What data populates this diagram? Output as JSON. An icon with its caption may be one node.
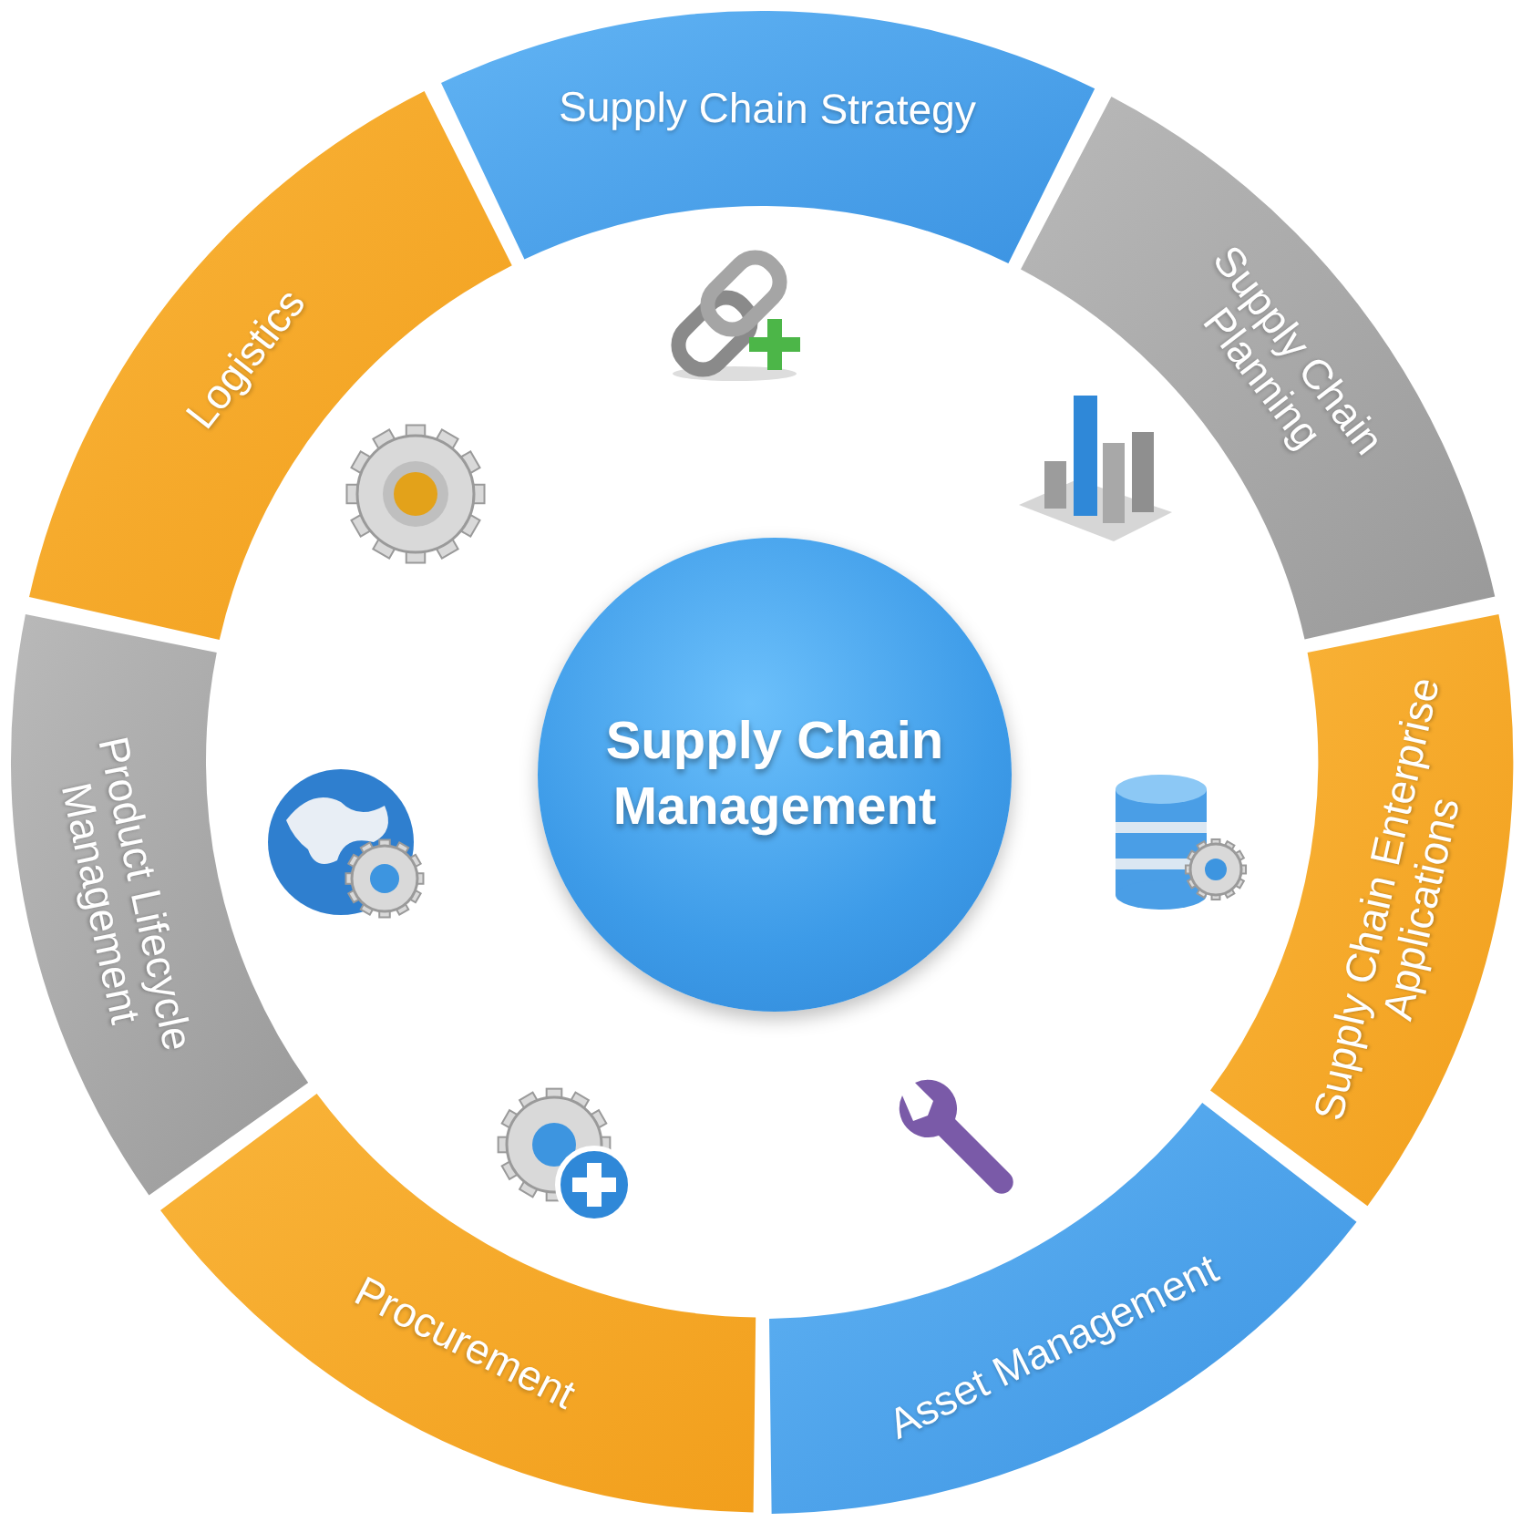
{
  "diagram": {
    "nodes": [
      {
        "text": [
          "Supply Chain Management"
        ]
      },
      {
        "text": [
          "Supply Chain Strategy"
        ]
      },
      {
        "text": [
          "Supply Chain Planning"
        ]
      },
      {
        "text": [
          "Supply Chain Enterprise Applications"
        ]
      },
      {
        "text": [
          "Asset Management"
        ]
      },
      {
        "text": [
          "Procurement"
        ]
      },
      {
        "text": [
          "Product Lifecycle Management"
        ]
      },
      {
        "text": [
          "Logistics"
        ]
      }
    ]
  }
}
